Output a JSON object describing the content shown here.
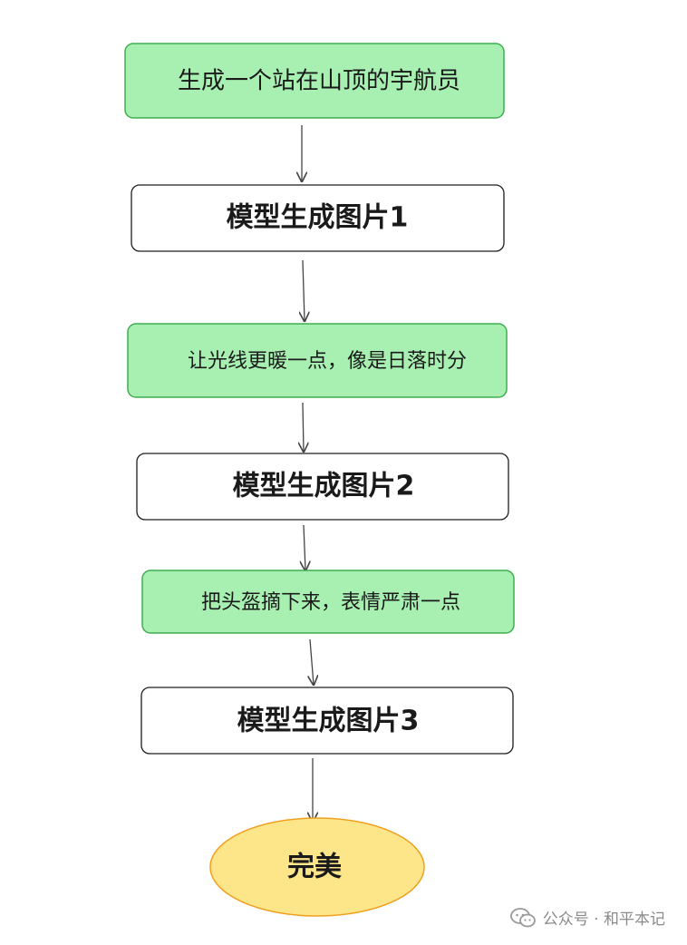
{
  "diagram": {
    "nodes": {
      "prompt1": "生成一个站在山顶的宇航员",
      "model1": "模型生成图片1",
      "prompt2": "让光线更暖一点，像是日落时分",
      "model2": "模型生成图片2",
      "prompt3": "把头盔摘下来，表情严肃一点",
      "model3": "模型生成图片3",
      "end": "完美"
    },
    "colors": {
      "prompt_fill": "#a8f0b2",
      "prompt_stroke": "#3fae4f",
      "model_fill": "#ffffff",
      "model_stroke": "#1e1e1e",
      "end_fill": "#fde68a",
      "end_stroke": "#f0a020"
    }
  },
  "watermark": {
    "icon": "wechat-icon",
    "text": "公众号 · 和平本记"
  }
}
